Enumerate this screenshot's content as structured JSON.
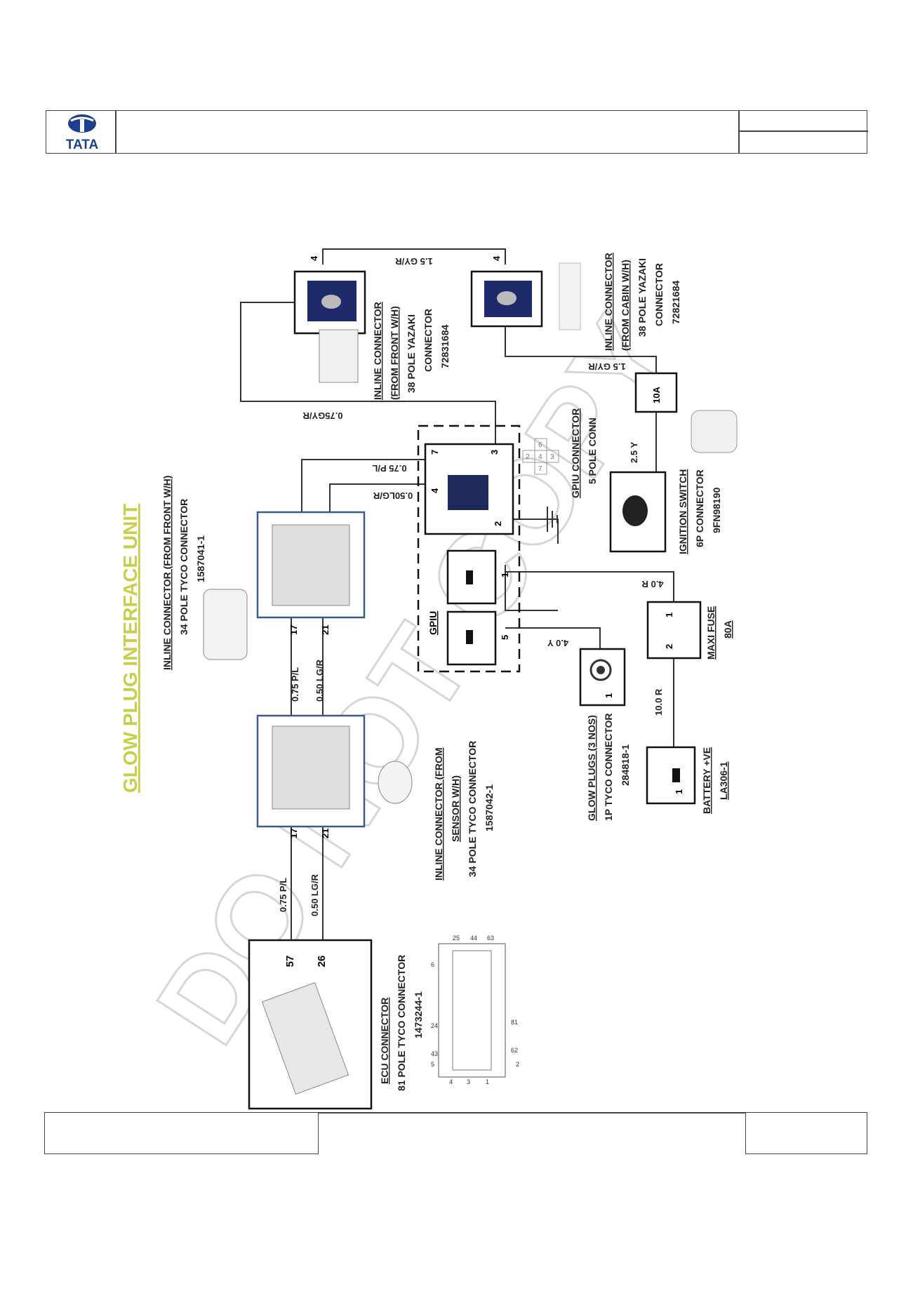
{
  "brand": {
    "name": "TATA"
  },
  "watermark": "DO NOT COPY",
  "title": "GLOW PLUG INTERFACE UNIT",
  "components": {
    "ecu": {
      "title": "ECU CONNECTOR",
      "line2": "81 POLE TYCO CONNECTOR",
      "part": "1473244-1",
      "pins": [
        "57",
        "26"
      ]
    },
    "inline_sensor": {
      "title1": "INLINE CONNECTOR (FROM",
      "title2": "SENSOR W/H)",
      "line3": "34 POLE TYCO CONNECTOR",
      "part": "1587042-1",
      "pins": [
        "17",
        "21"
      ]
    },
    "inline_front_tyco": {
      "title": "INLINE CONNECTOR (FROM FRONT W/H)",
      "line2": "34 POLE TYCO CONNECTOR",
      "part": "1587041-1",
      "pins": [
        "17",
        "21"
      ]
    },
    "gpiu": {
      "label": "GPIU",
      "pins": [
        "7",
        "3",
        "4",
        "2",
        "1",
        "5"
      ]
    },
    "gpiu_connector": {
      "title": "GPIU CONNECTOR",
      "line2": "5 POLE CONN",
      "cavities": [
        "2",
        "4",
        "3",
        "6",
        "7"
      ]
    },
    "inline_front_yazaki": {
      "title1": "INLINE CONNECTOR",
      "title2": "(FROM FRONT W/H)",
      "line3": "38 POLE YAZAKI",
      "line4": "CONNECTOR",
      "part": "72831684",
      "pin": "4"
    },
    "inline_cabin_yazaki": {
      "title1": "INLINE CONNECTOR",
      "title2": "(FROM CABIN W/H)",
      "line3": "38 POLE YAZAKI",
      "line4": "CONNECTOR",
      "part": "72821684",
      "pin": "4"
    },
    "ignition": {
      "title": "IGNITION SWITCH",
      "line2": "6P CONNECTOR",
      "part": "9FN98190"
    },
    "fuse_10a": {
      "label": "10A"
    },
    "maxi_fuse": {
      "title": "MAXI FUSE",
      "rating": "80A",
      "pins": [
        "1",
        "2"
      ]
    },
    "glow_plugs": {
      "title": "GLOW PLUGS (3 NOS)",
      "line2": "1P TYCO CONNECTOR",
      "part": "284818-1",
      "pin": "1"
    },
    "battery": {
      "title": "BATTERY +VE",
      "part": "LA306-1",
      "pin": "1"
    }
  },
  "ecu_pin_callouts": [
    "25",
    "44",
    "63",
    "6",
    "24",
    "43",
    "5",
    "81",
    "62",
    "4",
    "3",
    "1",
    "2"
  ],
  "wires": {
    "ecu_to_sensor_top": "0.75 P/L",
    "ecu_to_sensor_bottom": "0.50 LG/R",
    "sensor_to_front_top": "0.75 P/L",
    "sensor_to_front_bottom": "0.50 LG/R",
    "front_to_gpiu_7": "0.75 P/L",
    "front_to_gpiu_4": "0.50LG/R",
    "gpiu3_to_yazaki": "0.75GY/R",
    "yazaki_bridge": "1.5 GY/R",
    "cabin_to_fuse": "1.5 GY/R",
    "ignition_to_fuse": "2.5 Y",
    "gpiu5_to_glowplug": "4.0 Y",
    "gpiu1_to_maxifuse": "4.0 R",
    "battery_to_maxifuse": "10.0 R"
  }
}
